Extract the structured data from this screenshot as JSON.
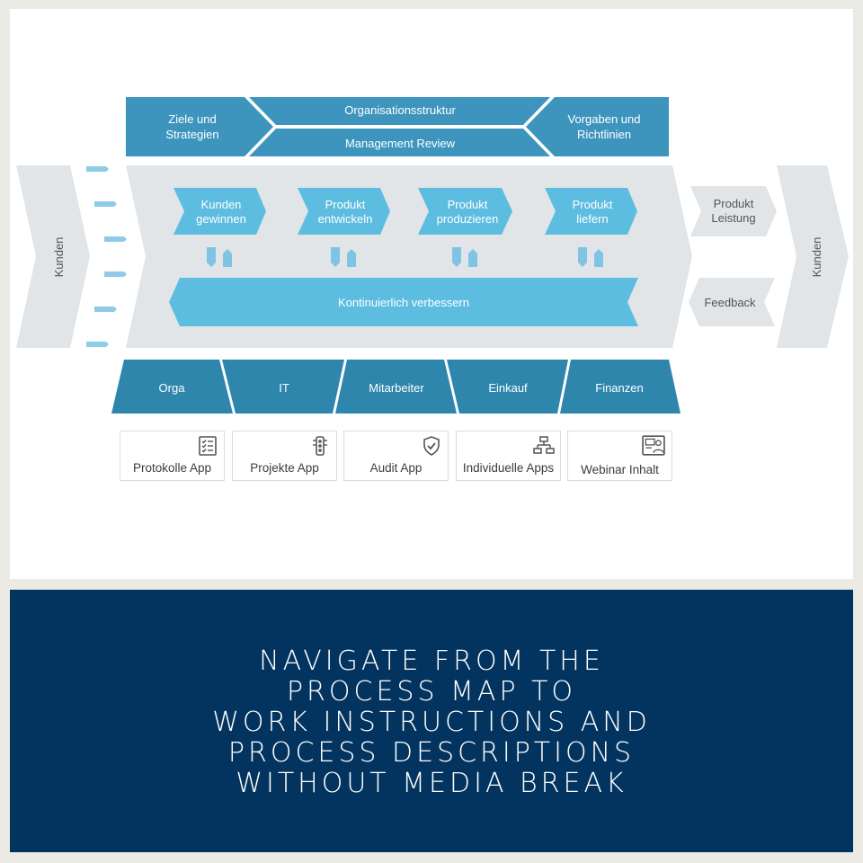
{
  "top": {
    "left": [
      "Ziele und",
      "Strategien"
    ],
    "center_top": "Organisationsstruktur",
    "center_bottom": "Management Review",
    "right": [
      "Vorgaben und",
      "Richtlinien"
    ]
  },
  "customer_left": "Kunden",
  "customer_right": "Kunden",
  "core_processes": [
    [
      "Kunden",
      "gewinnen"
    ],
    [
      "Produkt",
      "entwickeln"
    ],
    [
      "Produkt",
      "produzieren"
    ],
    [
      "Produkt",
      "liefern"
    ]
  ],
  "improve": "Kontinuierlich verbessern",
  "outputs": {
    "product": [
      "Produkt",
      "Leistung"
    ],
    "feedback": "Feedback"
  },
  "support": [
    "Orga",
    "IT",
    "Mitarbeiter",
    "Einkauf",
    "Finanzen"
  ],
  "apps": [
    {
      "label": "Protokolle App",
      "icon": "checklist-icon"
    },
    {
      "label": "Projekte App",
      "icon": "traffic-light-icon"
    },
    {
      "label": "Audit App",
      "icon": "shield-check-icon"
    },
    {
      "label": "Individuelle Apps",
      "icon": "sitemap-icon"
    },
    {
      "label": "Webinar Inhalt",
      "icon": "presentation-icon"
    }
  ],
  "banner": [
    "NAVIGATE FROM THE",
    "PROCESS MAP TO",
    "WORK INSTRUCTIONS AND",
    "PROCESS DESCRIPTIONS",
    "WITHOUT MEDIA BREAK"
  ],
  "colors": {
    "dark_blue": "#2f86ad",
    "mid_blue": "#45a0c6",
    "light_blue": "#5dbde0",
    "arrow_grey": "#e1e5e8",
    "banner_navy": "#03345f"
  }
}
